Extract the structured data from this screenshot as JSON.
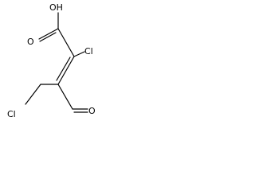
{
  "molecule": {
    "atoms": {
      "hydroxyl": "OH",
      "carbonyl_oxygen_acid": "O",
      "chlorine_vinyl": "Cl",
      "chlorine_methyl": "Cl",
      "aldehyde_oxygen": "O"
    },
    "colors": {
      "bond": "#000000",
      "label": "#000000",
      "background": "#ffffff"
    }
  }
}
